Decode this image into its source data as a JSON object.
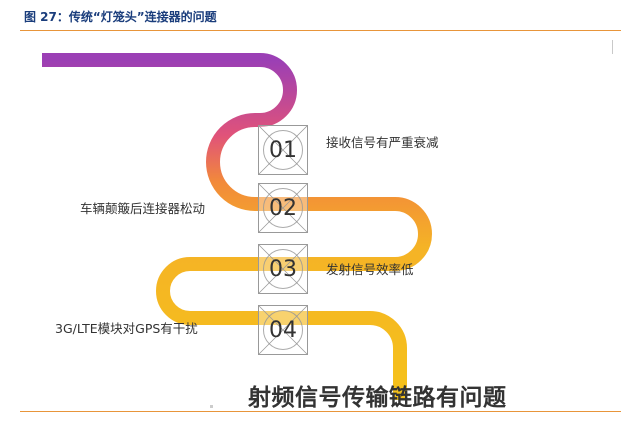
{
  "figure": {
    "title": "图 27：传统“灯笼头”连接器的问题"
  },
  "steps": [
    {
      "number": "01",
      "label": "接收信号有严重衰减",
      "side": "right"
    },
    {
      "number": "02",
      "label": "车辆颠簸后连接器松动",
      "side": "left"
    },
    {
      "number": "03",
      "label": "发射信号效率低",
      "side": "right"
    },
    {
      "number": "04",
      "label": "3G/LTE模块对GPS有干扰",
      "side": "left"
    }
  ],
  "conclusion": "射频信号传输链路有问题",
  "colors": {
    "rule": "#e8953a",
    "title": "#1a3d7c",
    "road_start": "#9b3fb5",
    "road_mid": "#e8623a",
    "road_end": "#f5c21a"
  }
}
